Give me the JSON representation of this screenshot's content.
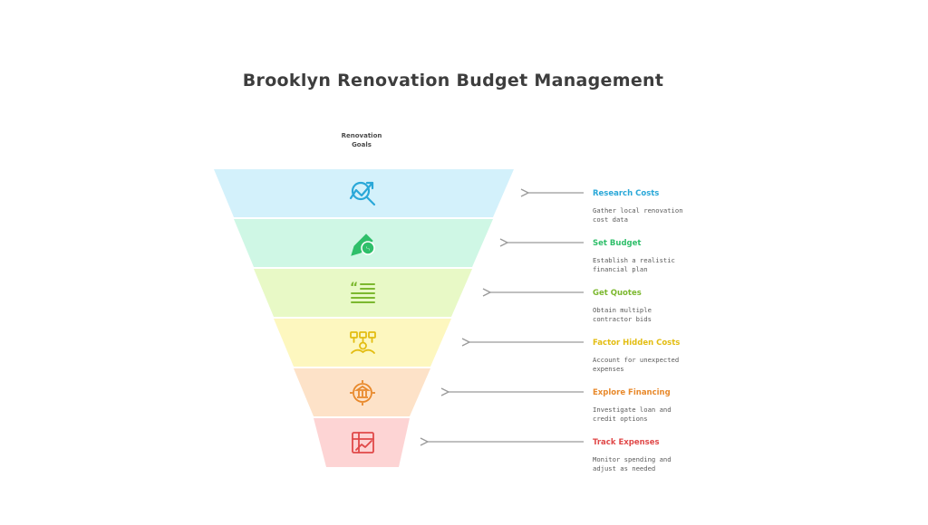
{
  "title": "Brooklyn Renovation Budget Management",
  "top_label": "Renovation\nGoals",
  "steps": [
    {
      "title": "Research Costs",
      "desc": "Gather local renovation cost data",
      "color": "#2aa8d8",
      "fill": "#d3f1fb",
      "icon": "magnifier-chart-icon"
    },
    {
      "title": "Set Budget",
      "desc": "Establish a realistic financial plan",
      "color": "#2fbf6a",
      "fill": "#cff7e5",
      "icon": "pencil-dollar-icon"
    },
    {
      "title": "Get Quotes",
      "desc": "Obtain multiple contractor bids",
      "color": "#7cb82f",
      "fill": "#e8f9c6",
      "icon": "quote-list-icon"
    },
    {
      "title": "Factor Hidden Costs",
      "desc": "Account for unexpected expenses",
      "color": "#e3bd12",
      "fill": "#fdf7bf",
      "icon": "hidden-money-icon"
    },
    {
      "title": "Explore Financing",
      "desc": "Investigate loan and credit options",
      "color": "#e8892b",
      "fill": "#fde2c8",
      "icon": "bank-target-icon"
    },
    {
      "title": "Track Expenses",
      "desc": "Monitor spending and adjust as needed",
      "color": "#e04848",
      "fill": "#fdd4d4",
      "icon": "expense-chart-icon"
    }
  ]
}
